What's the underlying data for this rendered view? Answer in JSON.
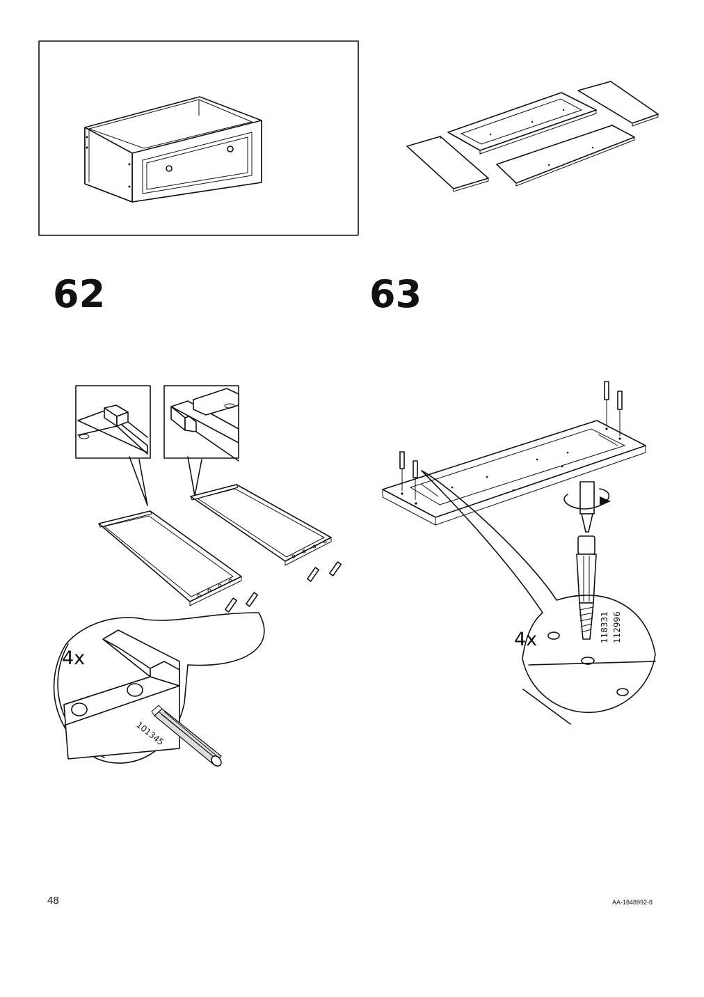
{
  "page": {
    "page_number": "48",
    "document_id": "AA-1848992-8"
  },
  "steps": [
    {
      "number": "62",
      "quantity": "4x",
      "part_number": "101345"
    },
    {
      "number": "63",
      "quantity": "4x",
      "part_numbers": [
        "118331",
        "112996"
      ]
    }
  ]
}
